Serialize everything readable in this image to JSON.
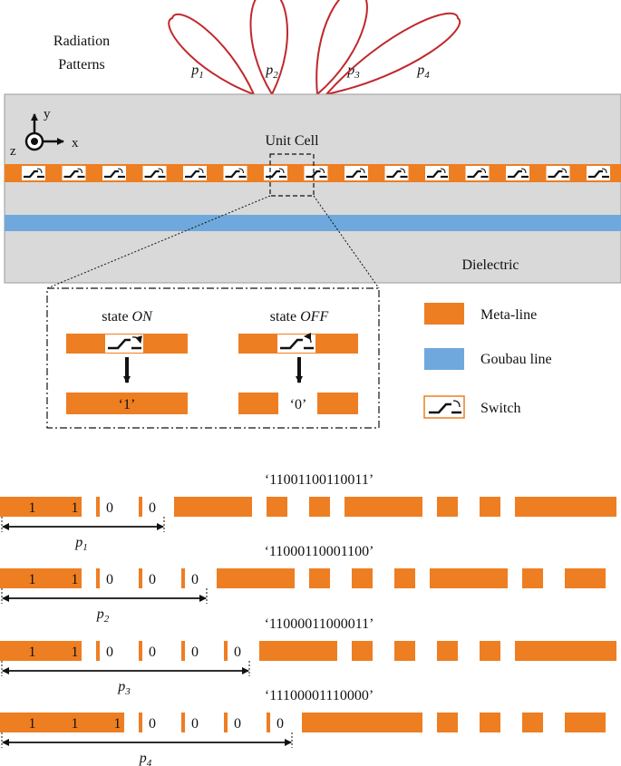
{
  "colors": {
    "meta_line": "#EE7E22",
    "goubau_line": "#6FA8DC",
    "dielectric": "#D9D9D9",
    "lobe": "#C0282C",
    "text": "#111111"
  },
  "radiation": {
    "label_line1": "Radiation",
    "label_line2": "Patterns",
    "lobes": [
      {
        "name": "p",
        "sub": "1"
      },
      {
        "name": "p",
        "sub": "2"
      },
      {
        "name": "p",
        "sub": "3"
      },
      {
        "name": "p",
        "sub": "4"
      }
    ]
  },
  "board": {
    "axis_y": "y",
    "axis_z": "z",
    "axis_x": "x",
    "unit_cell_label": "Unit Cell",
    "dielectric_label": "Dielectric",
    "unit_cell_count": 15
  },
  "inset": {
    "state_on_prefix": "state ",
    "state_on_mode": "ON",
    "state_off_prefix": "state ",
    "state_off_mode": "OFF",
    "on_bit": "‘1’",
    "off_bit": "‘0’"
  },
  "legend": [
    {
      "key": "meta",
      "label": "Meta-line"
    },
    {
      "key": "goubau",
      "label": "Goubau line"
    },
    {
      "key": "switch",
      "label": "Switch"
    }
  ],
  "codes": [
    {
      "code": "‘11001100110011’",
      "bits": "11001100110011",
      "period_name": "p",
      "period_sub": "1",
      "period_bits": 4
    },
    {
      "code": "‘11000110001100’",
      "bits": "11000110001100",
      "period_name": "p",
      "period_sub": "2",
      "period_bits": 5
    },
    {
      "code": "‘11000011000011’",
      "bits": "11000011000011",
      "period_name": "p",
      "period_sub": "3",
      "period_bits": 6
    },
    {
      "code": "‘11100001110000’",
      "bits": "11100001110000",
      "period_name": "p",
      "period_sub": "4",
      "period_bits": 7
    }
  ]
}
